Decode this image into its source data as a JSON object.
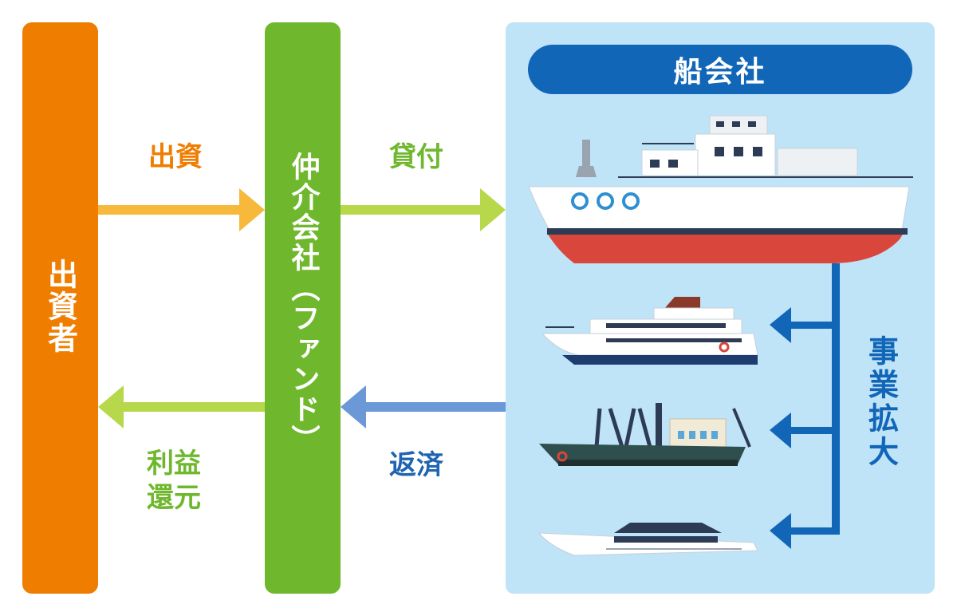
{
  "investor": {
    "label": "出資者",
    "color": "#ef7d00"
  },
  "fund": {
    "label": "仲介会社（ファンド）",
    "color": "#6fb82e"
  },
  "shipping_company": {
    "label": "船会社",
    "pill_color": "#1166b8",
    "panel_color": "#bfe3f7"
  },
  "flows": {
    "investment": "出資",
    "loan": "貸付",
    "repayment": "返済",
    "profit_return": "利益\n還元",
    "business_expansion": "事業拡大"
  },
  "arrow_colors": {
    "investment": "#f6b93b",
    "loan": "#b7d84a",
    "repayment": "#6b98d6",
    "profit": "#b7d84a",
    "expansion": "#1166b8"
  },
  "icons": [
    "large-ferry-icon",
    "cruise-ship-icon",
    "crane-vessel-icon",
    "yacht-icon"
  ]
}
